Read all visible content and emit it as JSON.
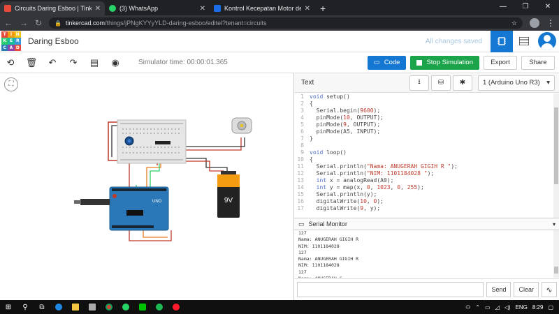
{
  "browser": {
    "tabs": [
      {
        "title": "Circuits Daring Esboo | Tinkercad",
        "color": "#e84b3a",
        "active": true
      },
      {
        "title": "(3) WhatsApp",
        "color": "#25d366",
        "active": false
      },
      {
        "title": "Kontrol Kecepatan Motor dengan",
        "color": "#1c6ee8",
        "active": false
      }
    ],
    "new_tab": "+",
    "url_host": "tinkercad.com",
    "url_path": "/things/jPNgKYYyYLD-daring-esboo/editel?tenant=circuits"
  },
  "header": {
    "logo_letters": [
      "TIN",
      "KER",
      "CAD"
    ],
    "project_name": "Daring Esboo",
    "save_status": "All changes saved"
  },
  "toolbar": {
    "sim_time": "Simulator time: 00:00:01.365",
    "code_label": "Code",
    "stop_label": "Stop Simulation",
    "export_label": "Export",
    "share_label": "Share"
  },
  "code_panel": {
    "mode": "Text",
    "device": "1 (Arduino Uno R3)",
    "lines": [
      {
        "n": "1",
        "html": "<span class='kw'>void</span> setup()"
      },
      {
        "n": "2",
        "html": "{"
      },
      {
        "n": "3",
        "html": "  Serial.begin(<span class='num'>9600</span>);"
      },
      {
        "n": "4",
        "html": "  pinMode(<span class='num'>10</span>, OUTPUT);"
      },
      {
        "n": "5",
        "html": "  pinMode(<span class='num'>9</span>, OUTPUT);"
      },
      {
        "n": "6",
        "html": "  pinMode(A5, INPUT);"
      },
      {
        "n": "7",
        "html": "}"
      },
      {
        "n": "8",
        "html": ""
      },
      {
        "n": "9",
        "html": "<span class='kw'>void</span> loop()"
      },
      {
        "n": "10",
        "html": "{"
      },
      {
        "n": "11",
        "html": "  Serial.println(<span class='str'>\"Nama: ANUGERAH GIGIH R \"</span>);"
      },
      {
        "n": "12",
        "html": "  Serial.println(<span class='str'>\"NIM: 1101184028 \"</span>);"
      },
      {
        "n": "13",
        "html": "  <span class='kw'>int</span> x = analogRead(A0);"
      },
      {
        "n": "14",
        "html": "  <span class='kw'>int</span> y = map(x, <span class='num'>0</span>, <span class='num'>1023</span>, <span class='num'>0</span>, <span class='num'>255</span>);"
      },
      {
        "n": "15",
        "html": "  Serial.println(y);"
      },
      {
        "n": "16",
        "html": "  digitalWrite(<span class='num'>10</span>, <span class='num'>0</span>);"
      },
      {
        "n": "17",
        "html": "  digitalWrite(<span class='num'>9</span>, y);"
      }
    ]
  },
  "serial_monitor": {
    "title": "Serial Monitor",
    "output": [
      "127",
      "Nama: ANUGERAH GIGIH R",
      "NIM: 1101184028",
      "127",
      "Nama: ANUGERAH GIGIH R",
      "NIM: 1101184028",
      "127",
      "Nama: ANUGERAH G"
    ],
    "send_label": "Send",
    "clear_label": "Clear"
  },
  "circuit": {
    "battery_label": "9V",
    "board_label": "UNO"
  },
  "taskbar": {
    "language": "ENG",
    "time": "8:29"
  }
}
